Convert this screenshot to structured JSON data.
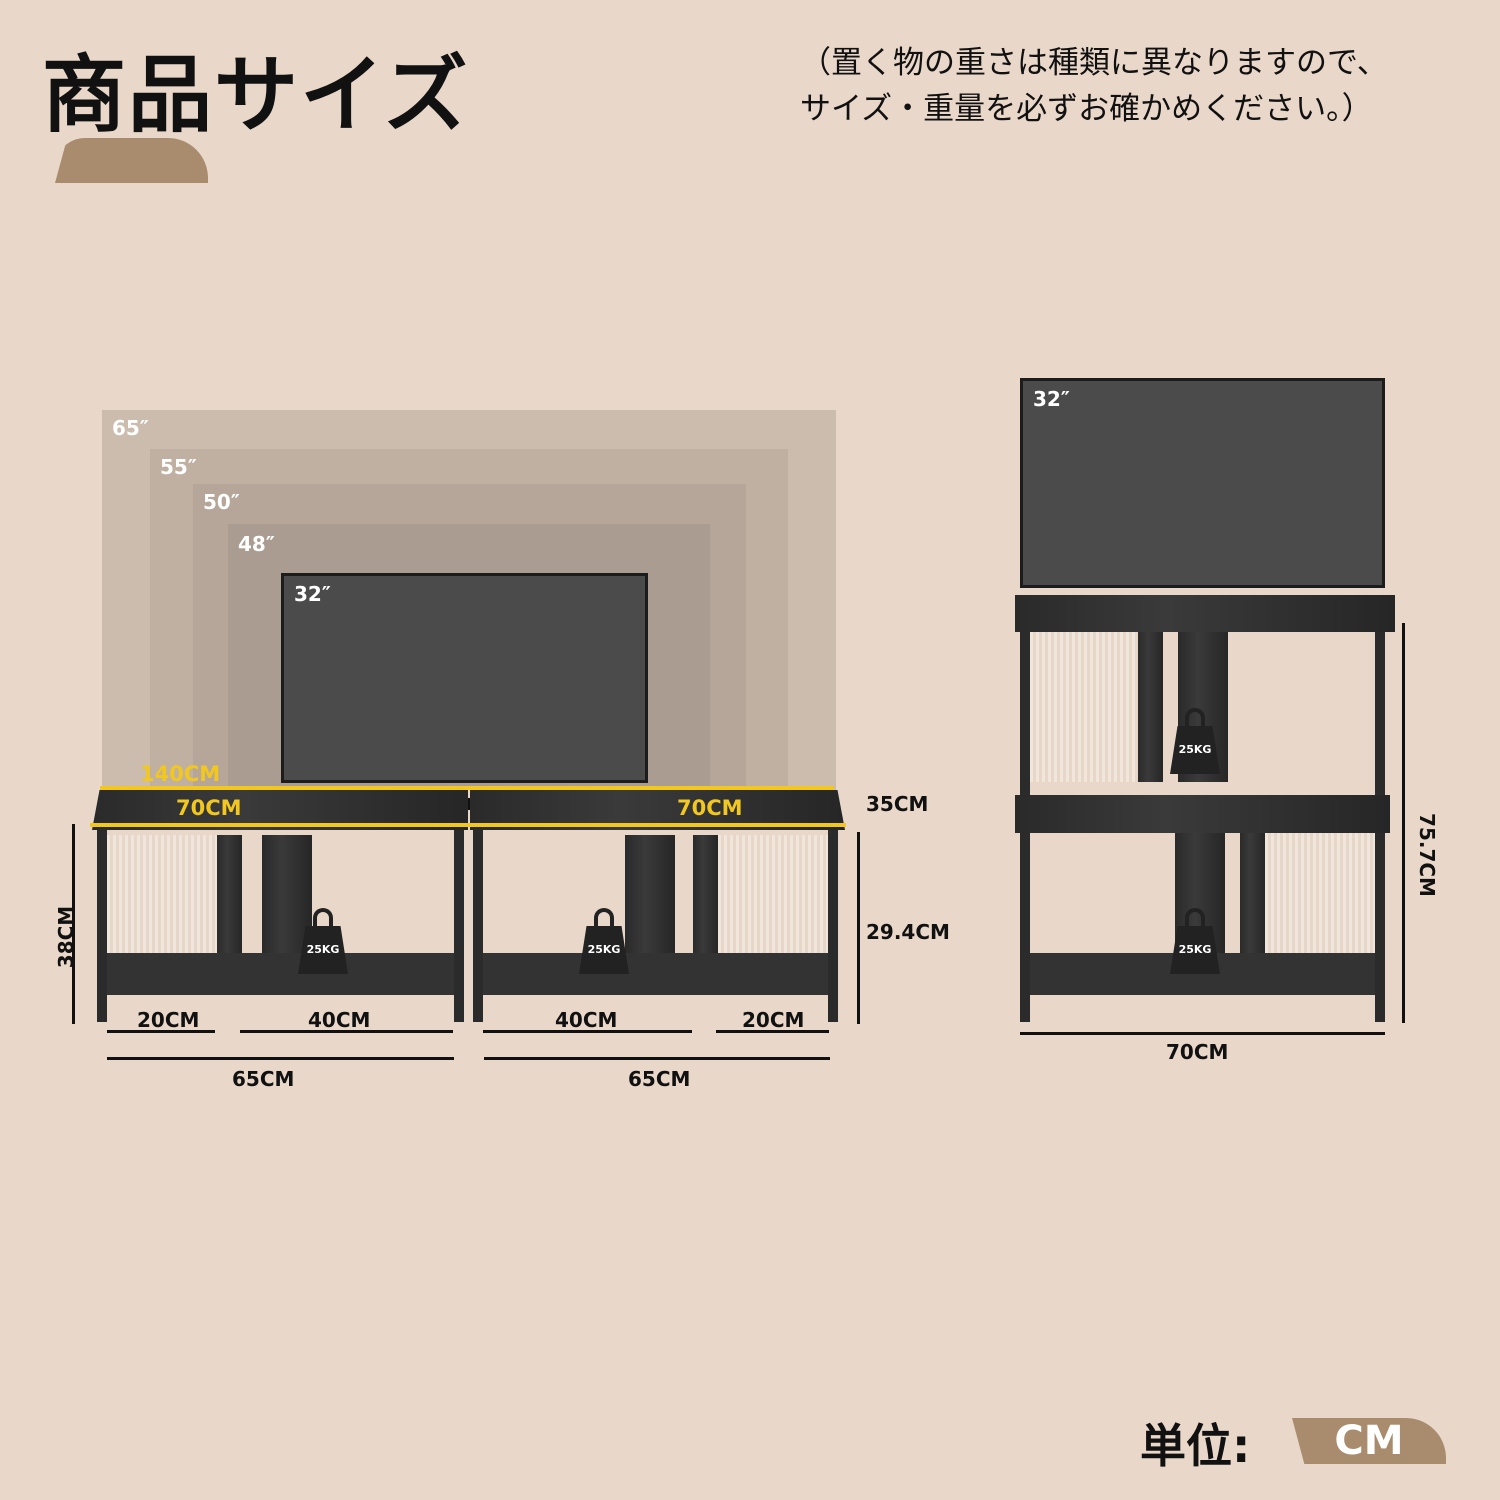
{
  "header": {
    "title": "商品サイズ",
    "note_line1": "（置く物の重さは種類に異なりますので、",
    "note_line2": "サイズ・重量を必ずお確かめください。）"
  },
  "tv_sizes": [
    "65″",
    "55″",
    "50″",
    "48″",
    "32″"
  ],
  "side_tv": "32″",
  "dimensions": {
    "total_width": "140CM",
    "left_width": "70CM",
    "right_width": "70CM",
    "depth": "35CM",
    "height_left": "38CM",
    "inner_height": "29.4CM",
    "left_small": "20CM",
    "left_large": "40CM",
    "right_large": "40CM",
    "right_small": "20CM",
    "left_base": "65CM",
    "right_base": "65CM",
    "stack_height": "75.7CM",
    "stack_width": "70CM"
  },
  "weight_label": "25KG",
  "unit": {
    "label": "単位:",
    "value": "CM"
  },
  "colors": {
    "background": "#e9d8c9",
    "accent": "#a88c6d",
    "highlight": "#f2c81e"
  }
}
